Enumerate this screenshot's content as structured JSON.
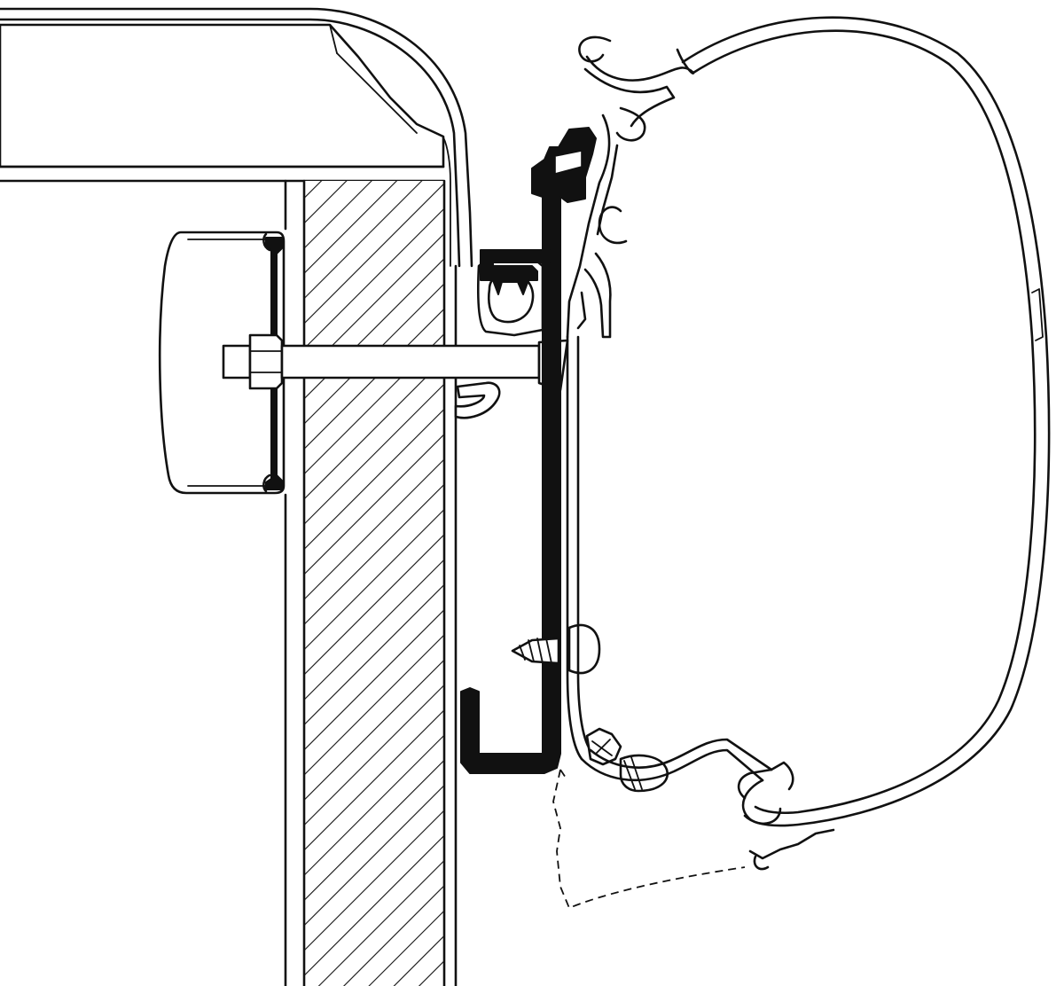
{
  "diagram": {
    "colors": {
      "line": "#111111",
      "fill": "#ffffff",
      "bracket": "#111111",
      "hatch": "#111111"
    },
    "parts": [
      "vehicle-roof-panel",
      "vehicle-side-wall",
      "rounded-roof-edge-trim",
      "interior-backing-plate",
      "through-bolt-with-nut",
      "mounting-rail-c-channel",
      "adapter-bracket",
      "wood-screw",
      "awning-case",
      "awning-mounting-profile",
      "end-clip",
      "dashed-outline-lower-case"
    ]
  }
}
